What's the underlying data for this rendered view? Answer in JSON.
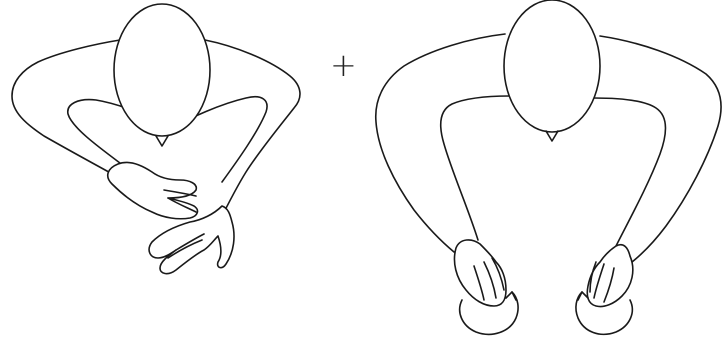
{
  "figure": {
    "plus_symbol": "+",
    "panels": [
      {
        "id": "left",
        "icon": "person-top-view-arms-crossed-icon"
      },
      {
        "id": "right",
        "icon": "person-top-view-hands-circling-icon",
        "motion": "circular-rotation-arrows"
      }
    ]
  },
  "colors": {
    "line": "#1a1a1a",
    "background": "#ffffff"
  }
}
